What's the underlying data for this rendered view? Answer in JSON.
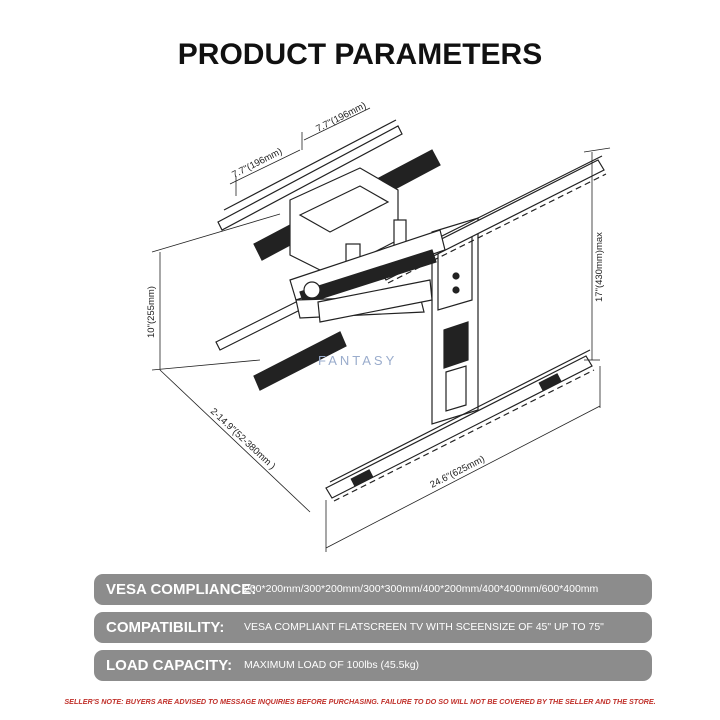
{
  "title": "PRODUCT PARAMETERS",
  "dimensions": {
    "top_left": "7.7\"(196mm)",
    "top_right": "7.7\"(196mm)",
    "left_height": "10\"(255mm)",
    "right_height": "17\"(430mm)max",
    "extension": "2-14.9\"(52-380mm )",
    "width": "24.6\"(625mm)"
  },
  "watermark": "FANTASY",
  "specs": [
    {
      "label": "VESA COMPLIANCE:",
      "value": "200*200mm/300*200mm/300*300mm/400*200mm/400*400mm/600*400mm"
    },
    {
      "label": "COMPATIBILITY:",
      "value": "VESA COMPLIANT FLATSCREEN TV WITH SCEENSIZE OF 45\" UP TO 75\""
    },
    {
      "label": "LOAD CAPACITY:",
      "value": "MAXIMUM LOAD OF 100lbs (45.5kg)"
    }
  ],
  "note": "SELLER'S NOTE: BUYERS ARE ADVISED TO MESSAGE INQUIRIES BEFORE PURCHASING. FAILURE TO DO SO WILL NOT BE COVERED BY THE SELLER AND THE STORE.",
  "colors": {
    "spec_bar": "#8c8c8c",
    "note": "#c0302a",
    "line": "#222222"
  }
}
